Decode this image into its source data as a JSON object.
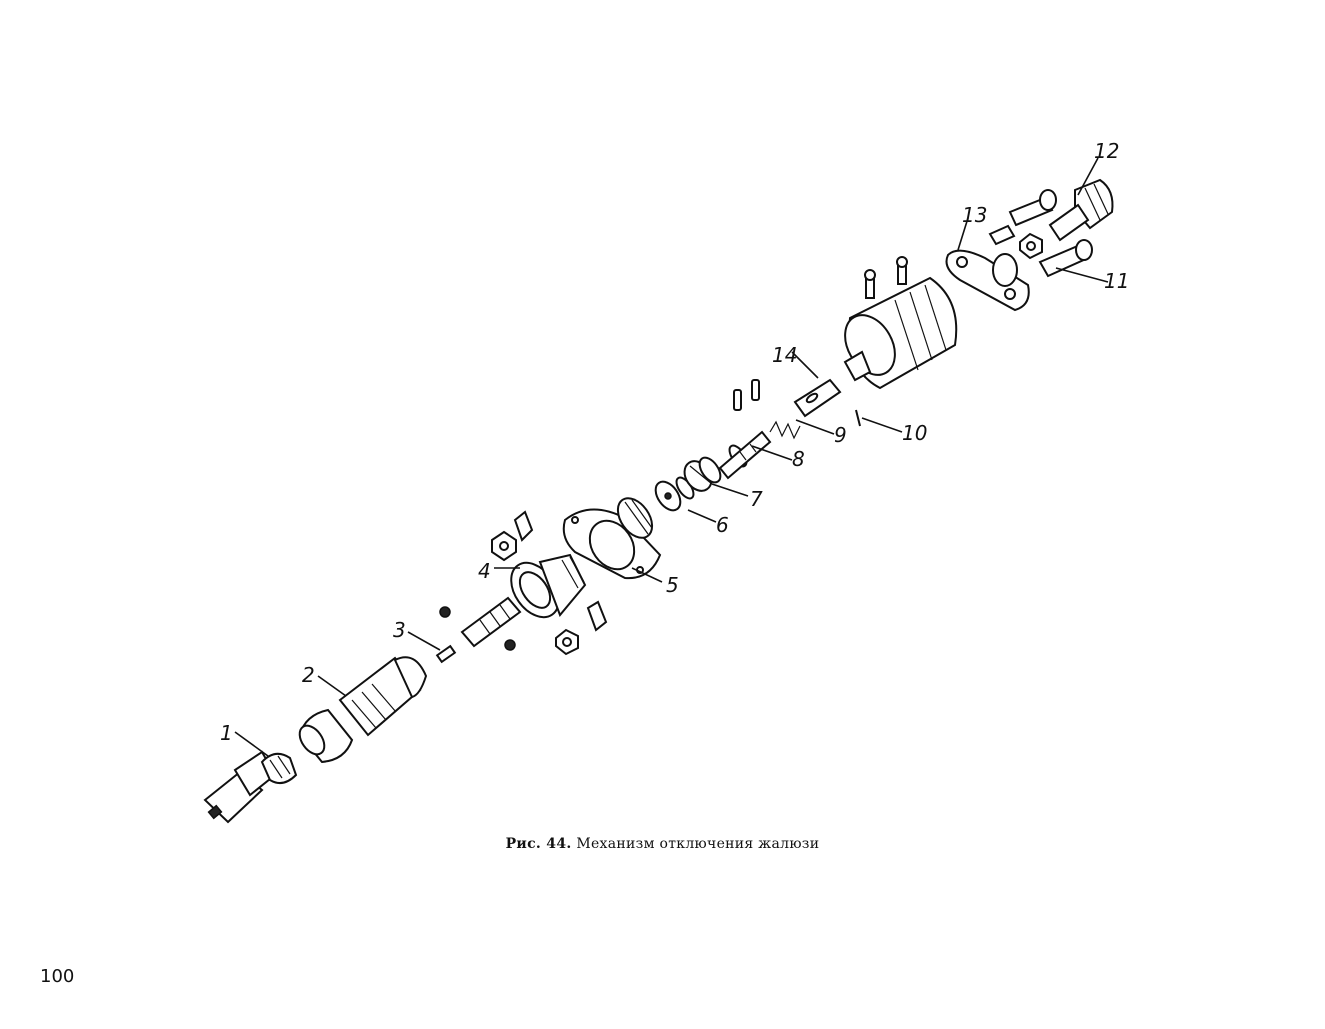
{
  "figure": {
    "caption_prefix": "Рис. 44.",
    "caption_text": "Механизм отключения жалюзи",
    "callouts": [
      "1",
      "2",
      "3",
      "4",
      "5",
      "6",
      "7",
      "8",
      "9",
      "10",
      "11",
      "12",
      "13",
      "14"
    ]
  },
  "page_number": "100"
}
